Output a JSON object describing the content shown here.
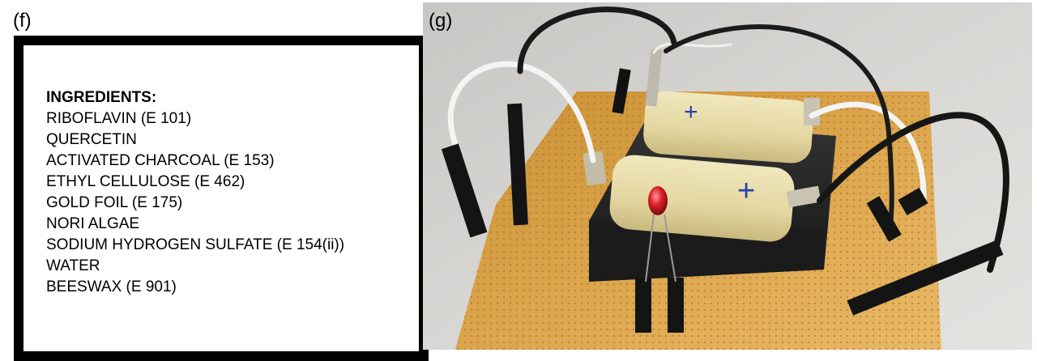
{
  "panel_f": {
    "label": "(f)",
    "title": "INGREDIENTS:",
    "items": [
      "RIBOFLAVIN (E 101)",
      "QUERCETIN",
      "ACTIVATED CHARCOAL (E 153)",
      "ETHYL CELLULOSE (E 462)",
      "GOLD FOIL (E 175)",
      "NORI ALGAE",
      "SODIUM HYDROGEN SULFATE (E 154(ii))",
      "WATER",
      "BEESWAX (E 901)"
    ]
  },
  "panel_g": {
    "label": "(g)",
    "battery_symbol": "+",
    "colors": {
      "background": "#d9d8d6",
      "board": "#d9a448",
      "battery": "#e6dba8",
      "sponge": "#262626",
      "wire_black": "#1a1a1a",
      "wire_white": "#f2f2f2",
      "led": "#e0202a"
    }
  }
}
